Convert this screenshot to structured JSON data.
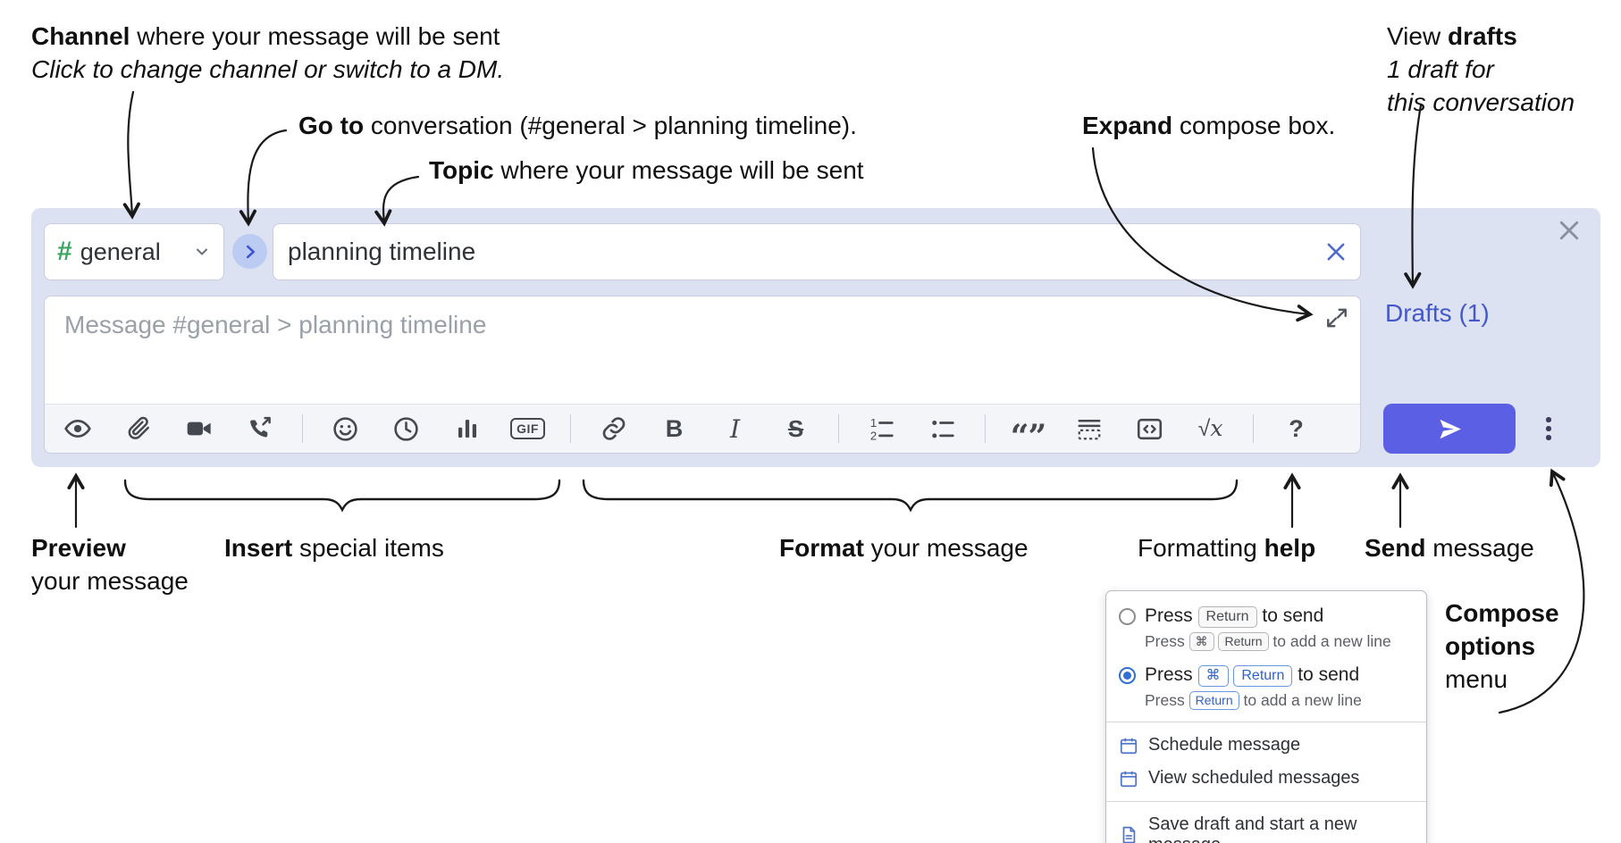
{
  "colors": {
    "compose_background": "#dde2f3",
    "send_button": "#5a5fe3",
    "link_blue": "#4458c9",
    "channel_hash_green": "#3aa560",
    "selected_radio_blue": "#2f6fd3"
  },
  "annotations": {
    "channel": {
      "bold": "Channel",
      "rest": " where your message will be sent",
      "sub": "Click to change channel or switch to a DM."
    },
    "goto": {
      "bold": "Go to",
      "rest": " conversation (#general > planning timeline)."
    },
    "topic": {
      "bold": "Topic",
      "rest": " where your message will be sent"
    },
    "expand": {
      "bold": "Expand",
      "rest": " compose box."
    },
    "drafts": {
      "pre": "View ",
      "bold": "drafts",
      "line2": "1 draft for",
      "line3": "this conversation"
    },
    "preview": {
      "bold": "Preview",
      "line2": "your message"
    },
    "insert": {
      "bold": "Insert",
      "rest": " special items"
    },
    "format": {
      "bold": "Format",
      "rest": " your message"
    },
    "help": {
      "pre": "Formatting ",
      "bold": "help"
    },
    "send": {
      "bold": "Send",
      "rest": " message"
    },
    "compose_options": {
      "bold1": "Compose",
      "bold2": "options",
      "line3": "menu"
    }
  },
  "compose": {
    "channel": {
      "hash": "#",
      "name": "general"
    },
    "topic_value": "planning timeline",
    "message_placeholder": "Message #general > planning timeline",
    "drafts_link": "Drafts (1)",
    "toolbar": {
      "gif": "GIF",
      "bold": "B",
      "italic": "I",
      "strike": "S",
      "quote": "“”",
      "math_root": "√",
      "math_x": "x",
      "help": "?"
    }
  },
  "popup": {
    "options": [
      {
        "main": {
          "t1": "Press",
          "k1": "Return",
          "t2": "to send"
        },
        "sub": {
          "t1": "Press",
          "k1": "⌘",
          "k2": "Return",
          "t2": "to add a new line"
        }
      },
      {
        "main": {
          "t1": "Press",
          "k1": "⌘",
          "k2": "Return",
          "t2": "to send"
        },
        "sub": {
          "t1": "Press",
          "k1": "Return",
          "t2": "to add a new line"
        }
      }
    ],
    "schedule": "Schedule message",
    "view_scheduled": "View scheduled messages",
    "save_draft": "Save draft and start a new message"
  }
}
